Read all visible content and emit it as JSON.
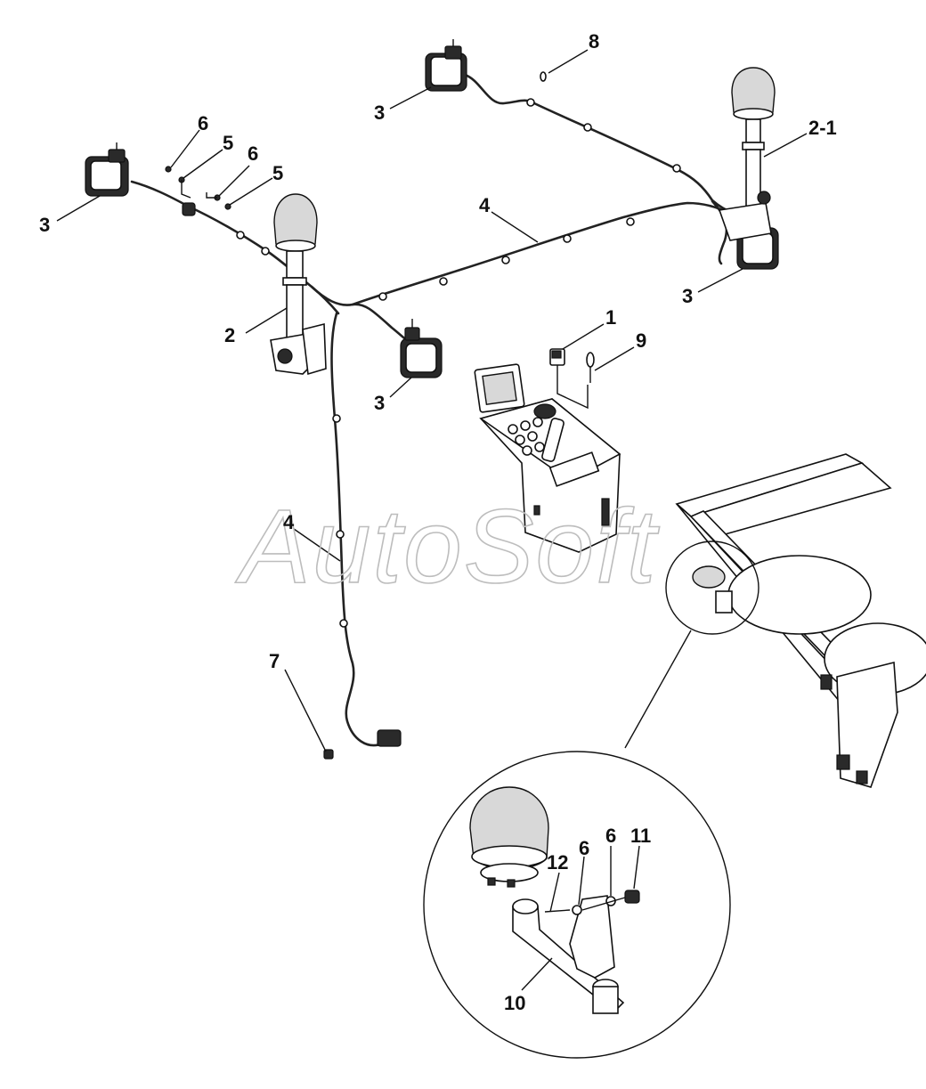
{
  "watermark": "AutoSoft",
  "callouts": [
    {
      "id": "c-8",
      "text": "8"
    },
    {
      "id": "c-3a",
      "text": "3"
    },
    {
      "id": "c-2-1",
      "text": "2-1"
    },
    {
      "id": "c-6a",
      "text": "6"
    },
    {
      "id": "c-5a",
      "text": "5"
    },
    {
      "id": "c-6b",
      "text": "6"
    },
    {
      "id": "c-5b",
      "text": "5"
    },
    {
      "id": "c-3b",
      "text": "3"
    },
    {
      "id": "c-4a",
      "text": "4"
    },
    {
      "id": "c-3c",
      "text": "3"
    },
    {
      "id": "c-2",
      "text": "2"
    },
    {
      "id": "c-1",
      "text": "1"
    },
    {
      "id": "c-9",
      "text": "9"
    },
    {
      "id": "c-3d",
      "text": "3"
    },
    {
      "id": "c-4b",
      "text": "4"
    },
    {
      "id": "c-7",
      "text": "7"
    },
    {
      "id": "c-6c",
      "text": "6"
    },
    {
      "id": "c-6d",
      "text": "6"
    },
    {
      "id": "c-11",
      "text": "11"
    },
    {
      "id": "c-12",
      "text": "12"
    },
    {
      "id": "c-10",
      "text": "10"
    }
  ]
}
